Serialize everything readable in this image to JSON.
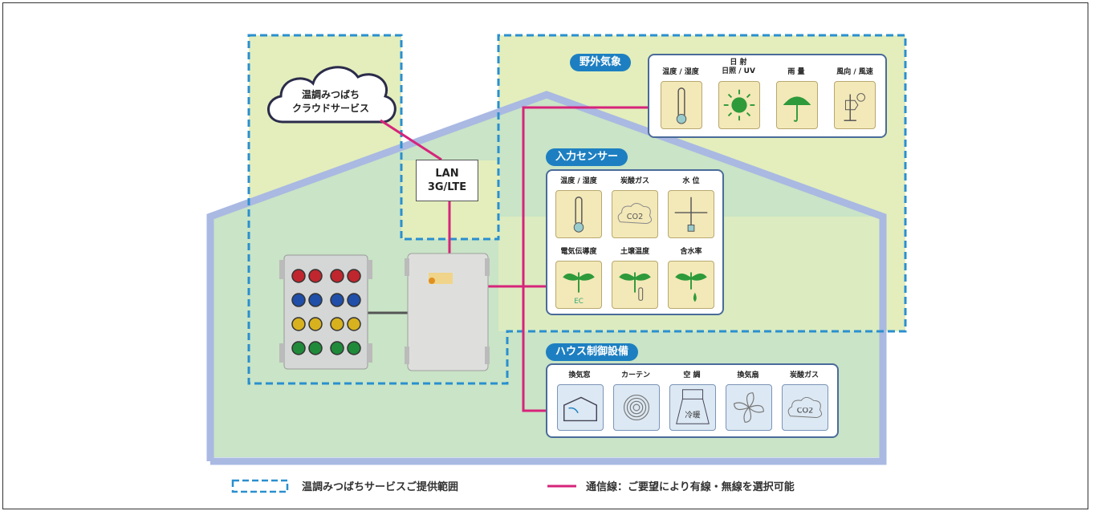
{
  "cloud": {
    "line1": "温調みつばち",
    "line2": "クラウドサービス"
  },
  "lan": {
    "line1": "LAN",
    "line2": "3G/LTE"
  },
  "outdoor": {
    "title": "野外気象",
    "items": [
      {
        "label": "温度 / 湿度",
        "icon": "thermometer-icon"
      },
      {
        "label": "日 射",
        "label2": "日照 / UV",
        "icon": "sun-icon"
      },
      {
        "label": "雨 量",
        "icon": "umbrella-icon"
      },
      {
        "label": "風向 / 風速",
        "icon": "anemometer-icon"
      }
    ]
  },
  "sensors": {
    "title": "入力センサー",
    "items": [
      {
        "label": "温度 / 湿度",
        "icon": "thermometer-icon"
      },
      {
        "label": "炭酸ガス",
        "icon": "co2-cloud-icon",
        "text": "CO2"
      },
      {
        "label": "水 位",
        "icon": "water-level-icon"
      },
      {
        "label": "電気伝導度",
        "icon": "plant-ec-icon",
        "text": "EC"
      },
      {
        "label": "土壌温度",
        "icon": "plant-soil-temp-icon"
      },
      {
        "label": "含水率",
        "icon": "plant-water-drop-icon"
      }
    ]
  },
  "house": {
    "title": "ハウス制御設備",
    "items": [
      {
        "label": "換気窓",
        "icon": "vent-window-icon"
      },
      {
        "label": "カーテン",
        "icon": "curtain-spiral-icon"
      },
      {
        "label": "空 調",
        "icon": "air-conditioner-icon",
        "text": "冷暖"
      },
      {
        "label": "換気扇",
        "icon": "fan-icon"
      },
      {
        "label": "炭酸ガス",
        "icon": "co2-cloud-icon",
        "text": "CO2"
      }
    ]
  },
  "legend": {
    "service_area": "温調みつばちサービスご提供範囲",
    "comm_line": "通信線：ご要望により有線・無線を選択可能"
  },
  "colors": {
    "dashed": "#2a8fcf",
    "comm_line": "#d6247a",
    "house_outline": "#a9b9e2",
    "green_light": "#e3eebc",
    "green_house": "#c9e4c6",
    "pill": "#1d7fc1"
  }
}
